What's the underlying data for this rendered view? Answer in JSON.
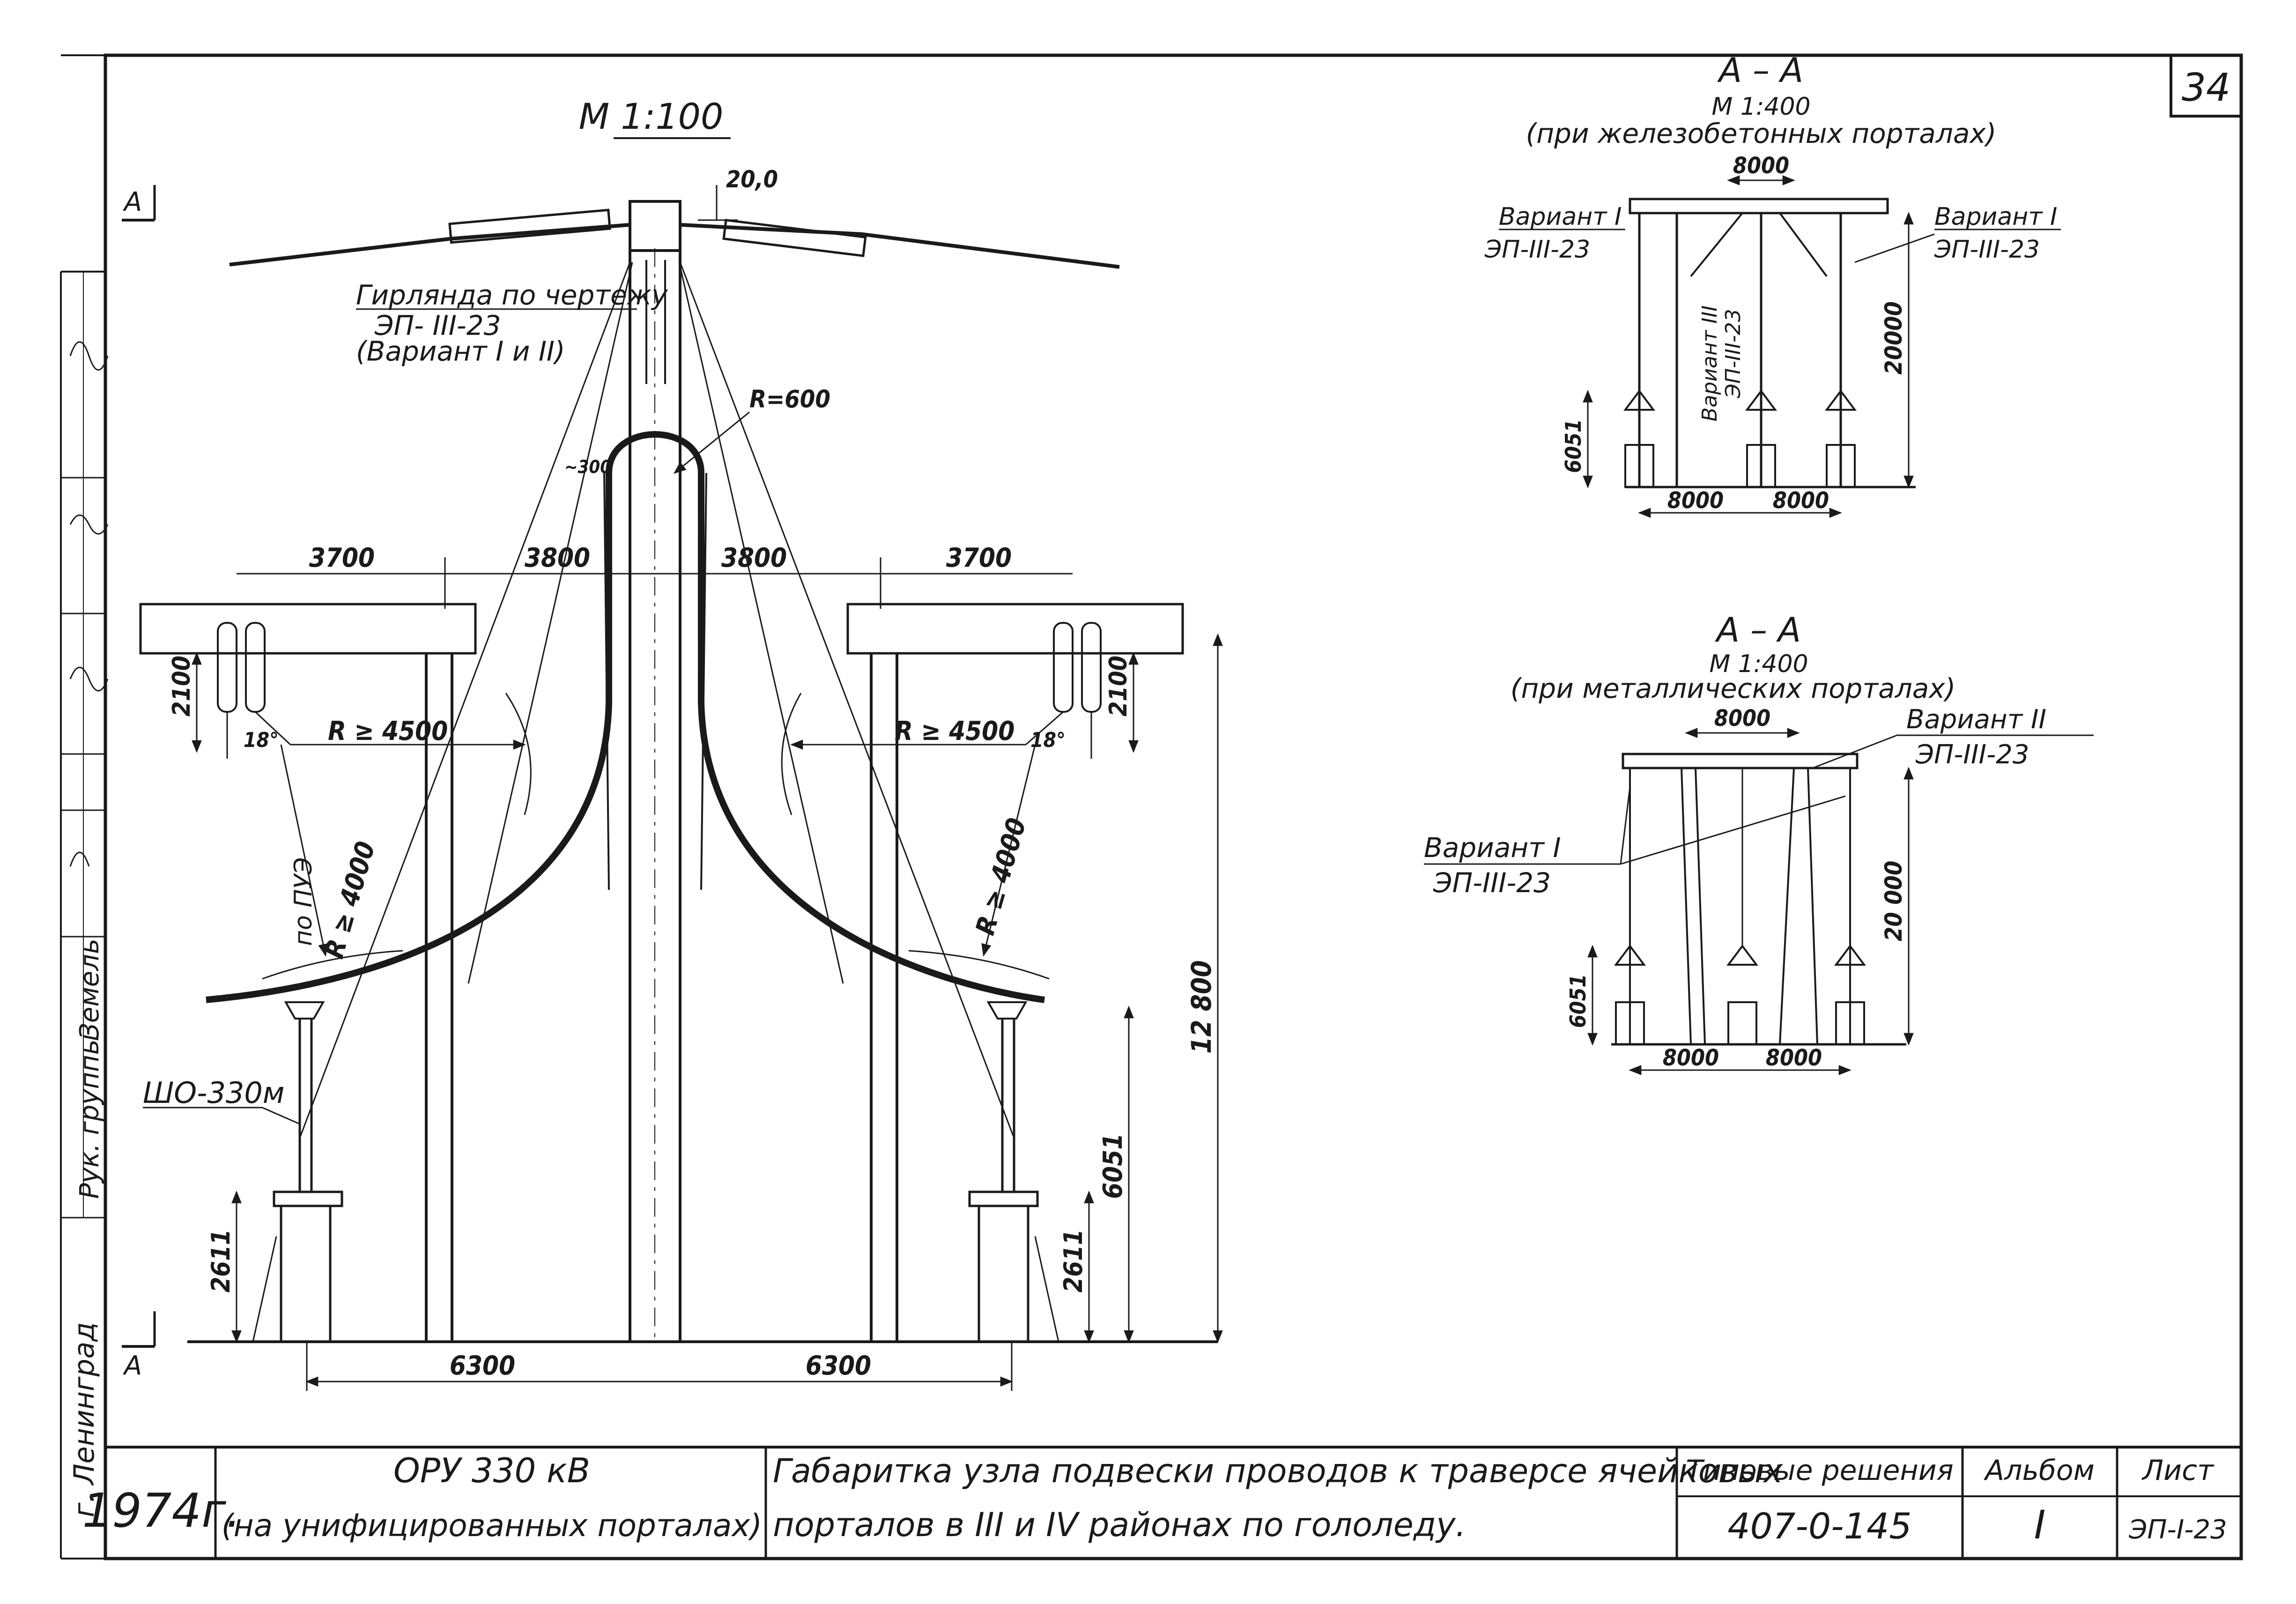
{
  "sheet": {
    "sheet_number": "34",
    "year": "1974г.",
    "city": "г. Ленинград",
    "side_stamp_1": "Рук. группы",
    "side_stamp_2": "Земель",
    "title_left_1": "ОРУ 330 кВ",
    "title_left_2": "(на унифицированных порталах)",
    "title_center_1": "Габаритка узла подвески проводов к траверсе ячейковых",
    "title_center_2": "порталов в III и IV районах по гололеду.",
    "series_label": "Типовые решения",
    "series_value": "407-0-145",
    "album_label": "Альбом",
    "album_value": "I",
    "list_label": "Лист",
    "list_value": "ЭП-I-23"
  },
  "main_view": {
    "scale": "М 1:100",
    "section_mark": "А",
    "dim_top": "20,0",
    "garland_1": "Гирлянда по чертежу",
    "garland_2": "ЭП- III-23",
    "garland_3": "(Вариант I и II)",
    "radius_top": "R=600",
    "dim_300": "~300",
    "dim_3700_left": "3700",
    "dim_3800_left": "3800",
    "dim_3800_right": "3800",
    "dim_3700_right": "3700",
    "dim_2100_left": "2100",
    "dim_2100_right": "2100",
    "angle_left": "18°",
    "angle_right": "18°",
    "radius_left": "R ≥ 4500",
    "radius_right": "R ≥ 4500",
    "pue": "по ПУЭ",
    "radius_4000_left": "R ≥ 4000",
    "radius_4000_right": "R ≥ 4000",
    "insulator": "ШО-330м",
    "dim_6051": "6051",
    "dim_12800": "12 800",
    "dim_2611_left": "2611",
    "dim_2611_right": "2611",
    "dim_6300_left": "6300",
    "dim_6300_right": "6300"
  },
  "section_concrete": {
    "title": "А – А",
    "scale": "М 1:400",
    "note": "(при железобетонных порталах)",
    "dim_top": "8000",
    "variant_left_1": "Вариант I",
    "variant_left_2": "ЭП-III-23",
    "variant_right_1": "Вариант I",
    "variant_right_2": "ЭП-III-23",
    "variant_center_1": "Вариант III",
    "variant_center_2": "ЭП-III-23",
    "dim_height": "20000",
    "dim_6051": "6051",
    "dim_bottom_left": "8000",
    "dim_bottom_right": "8000"
  },
  "section_metal": {
    "title": "А – А",
    "scale": "М 1:400",
    "note": "(при металлических порталах)",
    "dim_top": "8000",
    "variant_right_1": "Вариант II",
    "variant_right_2": "ЭП-III-23",
    "variant_left_1": "Вариант I",
    "variant_left_2": "ЭП-III-23",
    "dim_height": "20 000",
    "dim_6051": "6051",
    "dim_bottom_left": "8000",
    "dim_bottom_right": "8000"
  }
}
